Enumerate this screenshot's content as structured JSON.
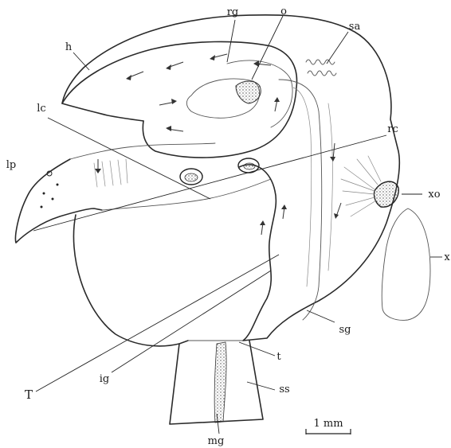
{
  "figure": {
    "labels": {
      "rg": "rg",
      "o": "o",
      "sa": "sa",
      "h": "h",
      "lc": "lc",
      "rc": "rc",
      "lp": "lp",
      "xo": "xo",
      "x": "x",
      "T": "T",
      "sg": "sg",
      "ig": "ig",
      "t": "t",
      "ss": "ss",
      "mg": "mg"
    },
    "scale_bar": {
      "label": "1 mm"
    }
  }
}
